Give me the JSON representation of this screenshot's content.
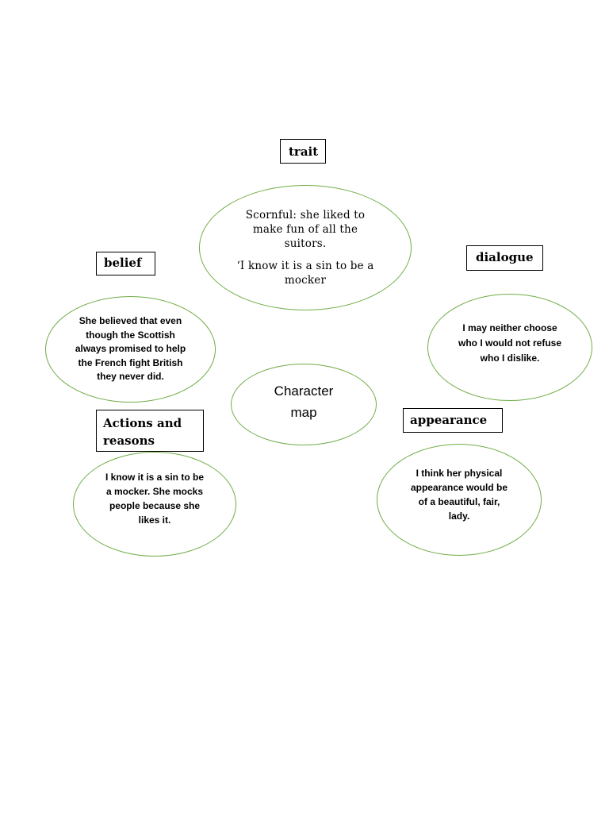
{
  "labels": {
    "trait": "trait",
    "belief": "belief",
    "dialogue": "dialogue",
    "actions": "Actions and reasons",
    "appearance": "appearance"
  },
  "ovals": {
    "center": "Character map",
    "trait_line1": "Scornful: she liked to make fun of all the suitors.",
    "trait_line2": "‘I know it is a sin to be a mocker",
    "belief": "She believed that even though the Scottish always promised to help the French fight British they never did.",
    "dialogue": "I may neither choose who I would not refuse who I dislike.",
    "actions": "I know it is a sin to be a mocker. She mocks people because she likes it.",
    "appearance": "I think her physical appearance would be of a beautiful, fair, lady."
  },
  "colors": {
    "oval_border": "#70ad47",
    "box_border": "#000000"
  }
}
